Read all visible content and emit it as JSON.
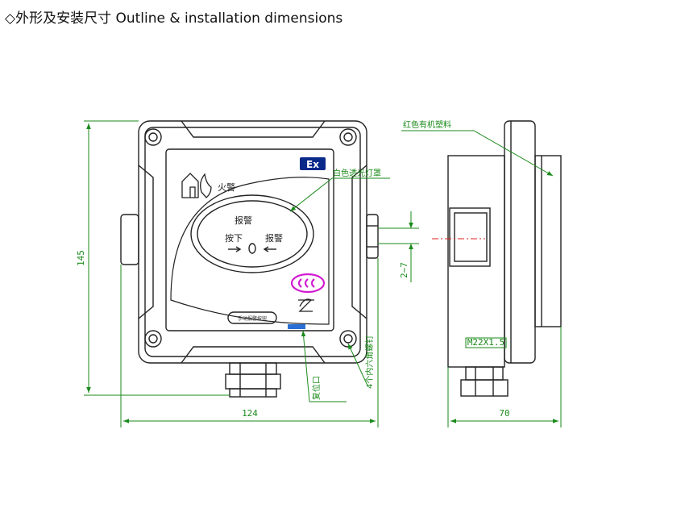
{
  "heading": "◇外形及安装尺寸 Outline & installation dimensions",
  "dims": {
    "height": "145",
    "width_front": "124",
    "width_side": "70",
    "gap": "2~7",
    "thread": "M22X1.5"
  },
  "labels": {
    "red_plastic": "红色有机塑料",
    "white_lamp": "白色透光灯罩",
    "reset": "复位口",
    "screws": "4个内六角螺钉"
  },
  "panel": {
    "fire_alarm": "火警",
    "alarm": "报警",
    "press_down": "按下",
    "ex_mark": "Ex",
    "nameplate": "手动报警按钮"
  },
  "colors": {
    "dimension_line": "#1a8a1a",
    "drawing_line": "#222222",
    "logo": "#d21ad2",
    "ex_badge": "#0a2a8a",
    "reset_slot": "#2a6fd6",
    "red_center": "#e02020"
  }
}
